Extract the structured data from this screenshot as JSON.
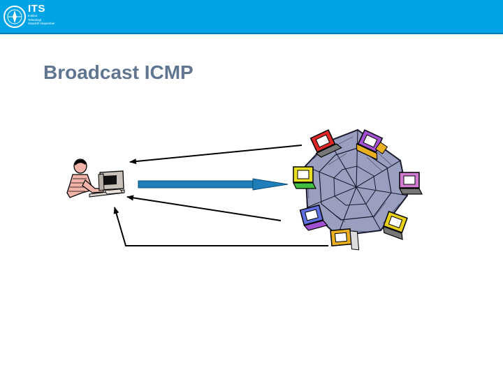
{
  "header": {
    "logo": {
      "abbr": "ITS",
      "lines": [
        "Institut",
        "Teknologi",
        "Sepuluh Nopember"
      ]
    },
    "background_color": "#00a4e4"
  },
  "slide": {
    "title": "Broadcast ICMP"
  },
  "diagram": {
    "nodes": [
      {
        "id": "attacker",
        "icon": "person-at-computer-icon"
      },
      {
        "id": "network",
        "icon": "network-web-icon"
      },
      {
        "id": "client-1",
        "icon": "computer-icon",
        "color": "#e02828"
      },
      {
        "id": "client-2",
        "icon": "computer-icon",
        "color": "#a050d0"
      },
      {
        "id": "client-3",
        "icon": "computer-icon",
        "color": "#e8e020"
      },
      {
        "id": "client-4",
        "icon": "computer-icon",
        "color": "#d07ad0"
      },
      {
        "id": "client-5",
        "icon": "computer-icon",
        "color": "#e8b020"
      },
      {
        "id": "client-6",
        "icon": "computer-icon",
        "color": "#e8d018"
      },
      {
        "id": "client-7",
        "icon": "computer-icon",
        "color": "#6070e0"
      },
      {
        "id": "client-8",
        "icon": "computer-icon",
        "color": "#40c040"
      }
    ],
    "arrows": [
      {
        "from": "network",
        "to": "attacker",
        "style": "thin"
      },
      {
        "from": "attacker",
        "to": "network",
        "style": "thick",
        "color": "#1e7fb8"
      },
      {
        "from": "network",
        "to": "attacker",
        "style": "thin"
      },
      {
        "from": "network",
        "to": "attacker",
        "style": "thin-elbow"
      }
    ]
  }
}
